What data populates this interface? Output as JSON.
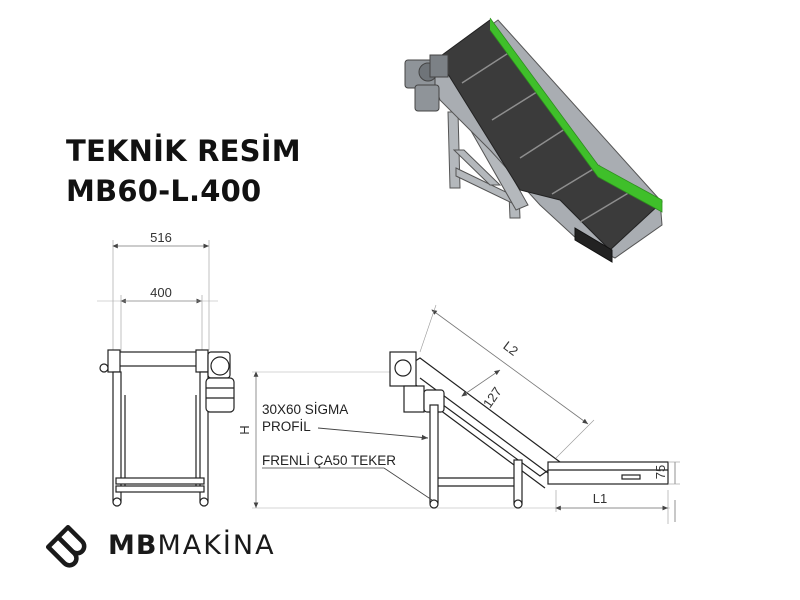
{
  "title": {
    "line1": "TEKNİK RESİM",
    "line2": "MB60-L.400"
  },
  "dimensions": {
    "width_outer": "516",
    "width_inner": "400",
    "height": "H",
    "incline_length": "L2",
    "belt_width": "127",
    "flat_length": "L1",
    "flat_height": "75"
  },
  "annotations": {
    "profile_line1": "30X60 SİGMA",
    "profile_line2": "PROFİL",
    "wheel": "FRENLİ ÇA50 TEKER"
  },
  "logo": {
    "brand_bold": "MB",
    "brand_light": "MAKİNA"
  },
  "colors": {
    "belt": "#3a3a3a",
    "frame": "#9ea3a8",
    "accent_green": "#3fbf2a",
    "line": "#222222"
  }
}
